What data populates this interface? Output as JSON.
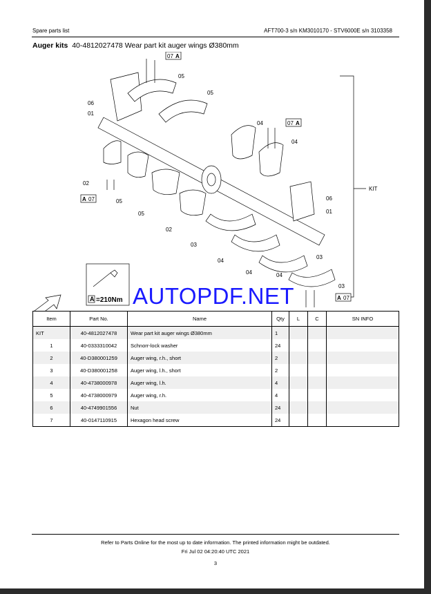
{
  "header": {
    "left": "Spare parts list",
    "right": "AFT700-3 s/n KM3010170 - STV6000E s/n 3103358"
  },
  "title": {
    "section": "Auger kits",
    "text": "40-4812027478 Wear part kit auger wings Ø380mm"
  },
  "diagram": {
    "labels": [
      "07",
      "05",
      "05",
      "06",
      "01",
      "04",
      "07",
      "04",
      "02",
      "07",
      "05",
      "05",
      "02",
      "03",
      "04",
      "06",
      "01",
      "03",
      "04",
      "04",
      "03",
      "07"
    ],
    "box_letter": "A",
    "kit_label": "KIT",
    "torque": "=210Nm",
    "watermark": "AUTOPDF.NET"
  },
  "table": {
    "headers": [
      "Item",
      "Part No.",
      "Name",
      "Qty",
      "L",
      "C",
      "SN INFO"
    ],
    "rows": [
      {
        "item": "KIT",
        "part": "40-4812027478",
        "name": "Wear part kit auger wings Ø380mm",
        "qty": "1"
      },
      {
        "item": "1",
        "part": "40-0333310042",
        "name": "Schnorr-lock washer",
        "qty": "24"
      },
      {
        "item": "2",
        "part": "40-D380001259",
        "name": "Auger wing, r.h., short",
        "qty": "2"
      },
      {
        "item": "3",
        "part": "40-D380001258",
        "name": "Auger wing, l.h., short",
        "qty": "2"
      },
      {
        "item": "4",
        "part": "40-4738000978",
        "name": "Auger wing, l.h.",
        "qty": "4"
      },
      {
        "item": "5",
        "part": "40-4738000979",
        "name": "Auger wing, r.h.",
        "qty": "4"
      },
      {
        "item": "6",
        "part": "40-4749901556",
        "name": "Nut",
        "qty": "24"
      },
      {
        "item": "7",
        "part": "40-0147110915",
        "name": "Hexagon head screw",
        "qty": "24"
      }
    ]
  },
  "footer": {
    "notice": "Refer to Parts Online for the most up to date information. The printed information might be outdated.",
    "timestamp": "Fri Jul 02 04:20:40 UTC 2021",
    "page": "3"
  }
}
